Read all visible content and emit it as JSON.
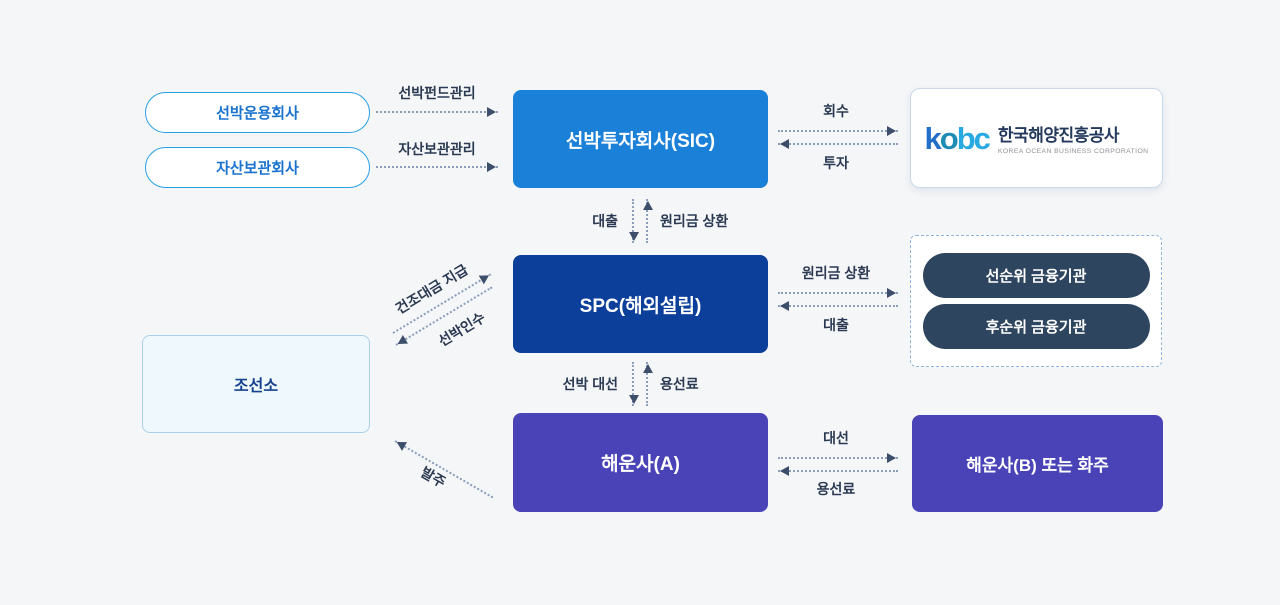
{
  "background": "#F5F6F8",
  "colors": {
    "sic_blue": "#1B80D8",
    "spc_navy": "#0B3F99",
    "shipping_purple": "#4A43B7",
    "fi_slate": "#2E4560",
    "pill_border_blue": "#29A0E6",
    "pill_text_blue": "#1A73CE",
    "shipyard_fill": "#EFF8FD",
    "shipyard_border": "#A9D0E9",
    "label_navy": "#2B3A52",
    "dotted_line": "#8B9DBD",
    "arrowhead": "#3D4E6B"
  },
  "nodes": {
    "ship_operator": "선박운용회사",
    "asset_custodian": "자산보관회사",
    "sic": "선박투자회사(SIC)",
    "spc": "SPC(해외설립)",
    "senior_fi": "선순위 금융기관",
    "junior_fi": "후순위 금융기관",
    "shipping_a": "해운사(A)",
    "shipping_b": "해운사(B) 또는 화주",
    "shipyard": "조선소",
    "kobc_letters": {
      "k": "k",
      "o": "o",
      "b": "b",
      "c": "c"
    },
    "kobc_name": "한국해양진흥공사",
    "kobc_subname": "KOREA OCEAN BUSINESS CORPORATION"
  },
  "flows": {
    "fund_mgmt": "선박펀드관리",
    "custody_mgmt": "자산보관관리",
    "recover": "회수",
    "invest": "투자",
    "loan_down": "대출",
    "repay_up": "원리금 상환",
    "repay_right": "원리금 상환",
    "loan_left": "대출",
    "charter_down": "선박 대선",
    "charter_fee_up": "용선료",
    "charter_right": "대선",
    "charter_fee_left": "용선료",
    "build_payment": "건조대금 지급",
    "ship_takeover": "선박인수",
    "order": "발주"
  }
}
